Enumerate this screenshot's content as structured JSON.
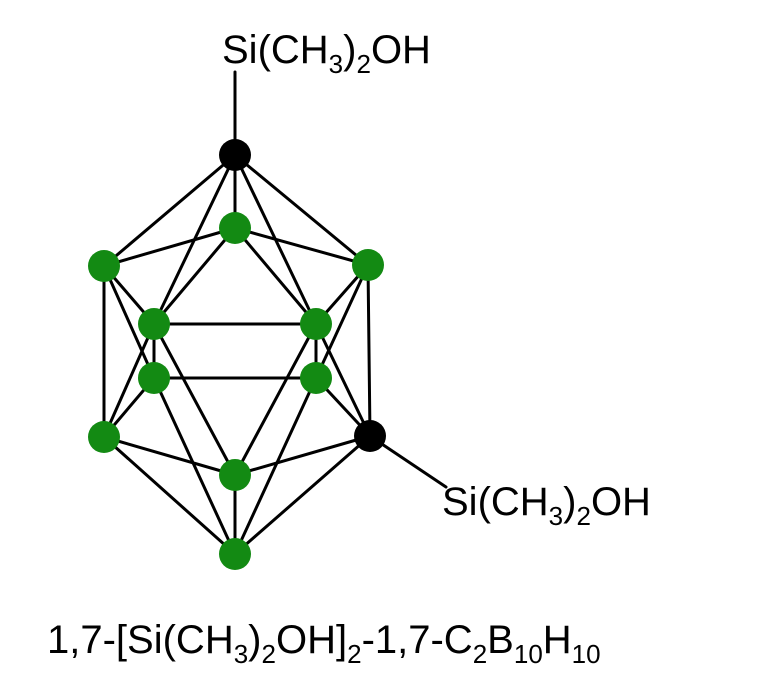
{
  "labels": {
    "top_substituent": {
      "main": "Si(CH",
      "sub1": "3",
      "mid": ")",
      "sub2": "2",
      "tail": "OH"
    },
    "side_substituent": {
      "main": "Si(CH",
      "sub1": "3",
      "mid": ")",
      "sub2": "2",
      "tail": "OH"
    },
    "formula": {
      "part1": "1,7-[Si(CH",
      "sub1": "3",
      "part2": ")",
      "sub2": "2",
      "part3": "OH]",
      "sub3": "2",
      "part4": "-1,7-C",
      "sub4": "2",
      "part5": "B",
      "sub5": "10",
      "part6": "H",
      "sub6": "10"
    }
  },
  "colors": {
    "boron": "#138a13",
    "carbon": "#000000",
    "bond": "#000000"
  },
  "atoms": [
    {
      "id": "C1",
      "element": "C"
    },
    {
      "id": "C7",
      "element": "C"
    },
    {
      "id": "B2",
      "element": "B"
    },
    {
      "id": "B3",
      "element": "B"
    },
    {
      "id": "B4",
      "element": "B"
    },
    {
      "id": "B5",
      "element": "B"
    },
    {
      "id": "B6",
      "element": "B"
    },
    {
      "id": "B8",
      "element": "B"
    },
    {
      "id": "B9",
      "element": "B"
    },
    {
      "id": "B10",
      "element": "B"
    },
    {
      "id": "B11",
      "element": "B"
    },
    {
      "id": "B12",
      "element": "B"
    }
  ]
}
